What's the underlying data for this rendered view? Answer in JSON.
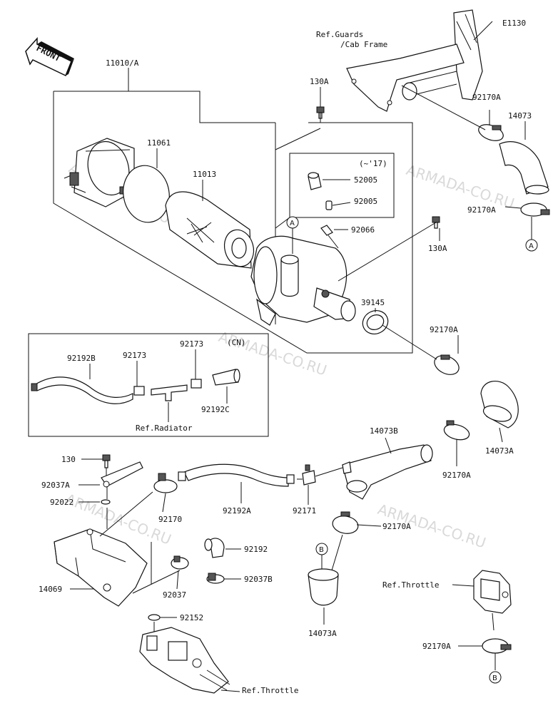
{
  "diagram_code": "E1130",
  "front_label": "FRONT",
  "watermark": "ARMADA-CO.RU",
  "refs": {
    "guards_line1": "Ref.Guards",
    "guards_line2": "/Cab Frame",
    "radiator": "Ref.Radiator",
    "throttle_1": "Ref.Throttle",
    "throttle_2": "Ref.Throttle"
  },
  "notes": {
    "year_note": "(~'17)",
    "cn_note": "(CN)"
  },
  "markers": {
    "a": "A",
    "b": "B"
  },
  "parts": {
    "p11010A": "11010/A",
    "p11061": "11061",
    "p11013": "11013",
    "p130A_1": "130A",
    "p130A_2": "130A",
    "p52005": "52005",
    "p92005": "92005",
    "p92066": "92066",
    "p39145": "39145",
    "p92170A_1": "92170A",
    "p92170A_2": "92170A",
    "p92170A_3": "92170A",
    "p92170A_4": "92170A",
    "p92170A_5": "92170A",
    "p92170A_6": "92170A",
    "p14073": "14073",
    "p14073A_1": "14073A",
    "p14073A_2": "14073A",
    "p14073B": "14073B",
    "p92192B": "92192B",
    "p92173_1": "92173",
    "p92173_2": "92173",
    "p92192C": "92192C",
    "p130": "130",
    "p92037A": "92037A",
    "p92022": "92022",
    "p92170": "92170",
    "p92192A": "92192A",
    "p92171": "92171",
    "p92192": "92192",
    "p92037B": "92037B",
    "p92037": "92037",
    "p14069": "14069",
    "p92152": "92152"
  }
}
